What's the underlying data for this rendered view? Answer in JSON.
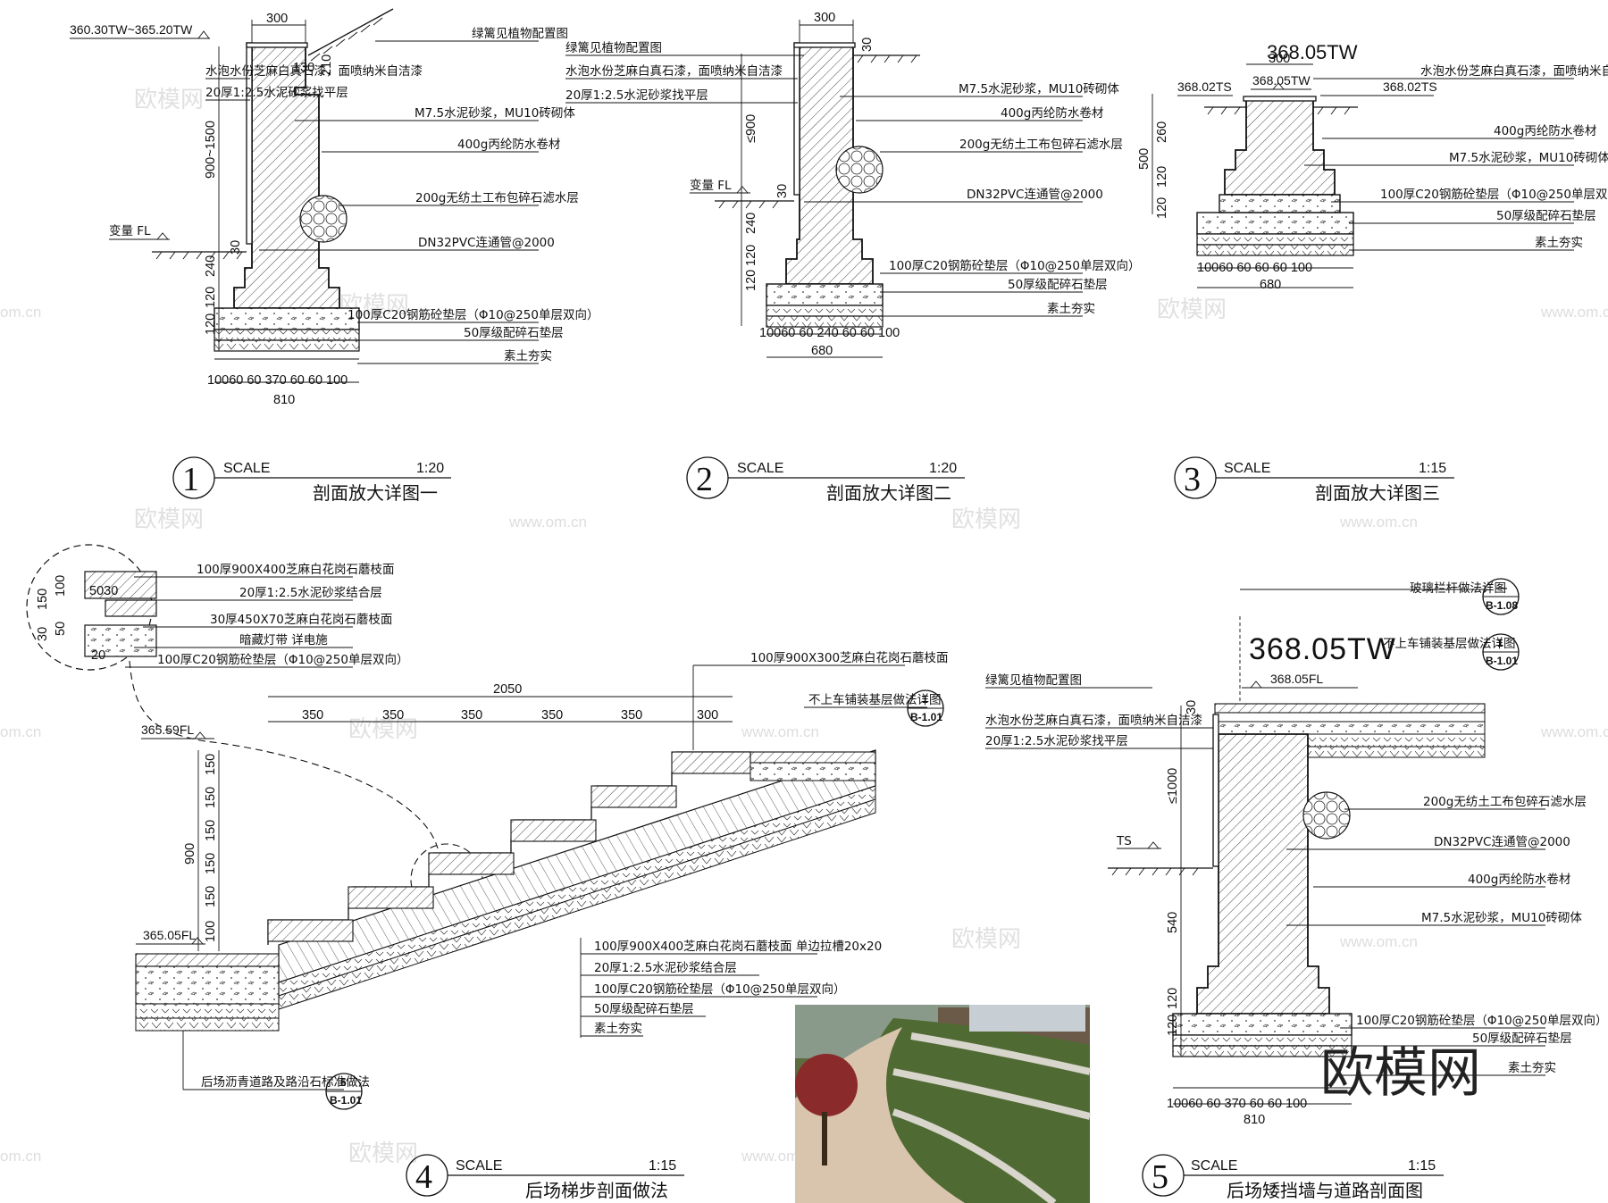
{
  "watermarks": {
    "cn": "欧模网",
    "url": "www.om.cn",
    "url_short": "om.cn",
    "big": "欧模网"
  },
  "detail1": {
    "elev_top": "360.30TW~365.20TW",
    "dim_top": "300",
    "dim_130": "130",
    "dim_210": "210",
    "dim_h": "900~1500",
    "dim_30": "30",
    "dim_240": "240",
    "dim_120a": "120",
    "dim_120b": "120",
    "dims_bottom": "10060 60   370   60 60 100",
    "dim_total": "810",
    "fl_label": "变量 FL",
    "notes": [
      "绿篱见植物配置图",
      "水泡水份芝麻白真石漆，面喷纳米自洁漆",
      "20厚1:2.5水泥砂浆找平层",
      "M7.5水泥砂浆，MU10砖砌体",
      "400g丙纶防水卷材",
      "200g无纺土工布包碎石滤水层",
      "DN32PVC连通管@2000",
      "100厚C20钢筋砼垫层（Φ10@250单层双向）",
      "50厚级配碎石垫层",
      "素土夯实"
    ],
    "title_num": "1",
    "scale_label": "SCALE",
    "scale": "1:20",
    "title": "剖面放大详图一"
  },
  "detail2": {
    "dim_top": "300",
    "dim_30": "30",
    "dim_h": "≤900",
    "dim_30b": "30",
    "dim_240": "240",
    "dim_120a": "120",
    "dim_120b": "120",
    "dims_bottom": "10060 60  240  60 60 100",
    "dim_total": "680",
    "fl_label": "变量  FL",
    "notes": [
      "绿篱见植物配置图",
      "水泡水份芝麻白真石漆，面喷纳米自洁漆",
      "20厚1:2.5水泥砂浆找平层",
      "M7.5水泥砂浆，MU10砖砌体",
      "400g丙纶防水卷材",
      "200g无纺土工布包碎石滤水层",
      "DN32PVC连通管@2000",
      "100厚C20钢筋砼垫层（Φ10@250单层双向）",
      "50厚级配碎石垫层",
      "素土夯实"
    ],
    "title_num": "2",
    "scale_label": "SCALE",
    "scale": "1:20",
    "title": "剖面放大详图二"
  },
  "detail3": {
    "elev_big": "368.05TW",
    "dim_top": "300",
    "elev_ts_left": "368.02TS",
    "elev_tw": "368.05TW",
    "elev_ts_right": "368.02TS",
    "dim_500": "500",
    "dim_260": "260",
    "dim_120a": "120",
    "dim_120b": "120",
    "dims_bottom": "10060 60   60 60 100",
    "dim_total": "680",
    "notes": [
      "水泡水份芝麻白真石漆，面喷纳米自洁漆",
      "400g丙纶防水卷材",
      "M7.5水泥砂浆，MU10砖砌体",
      "100厚C20钢筋砼垫层（Φ10@250单层双向）",
      "50厚级配碎石垫层",
      "素土夯实"
    ],
    "title_num": "3",
    "scale_label": "SCALE",
    "scale": "1:15",
    "title": "剖面放大详图三"
  },
  "detail4": {
    "inset_notes": [
      "100厚900X400芝麻白花岗石蘑枝面",
      "20厚1:2.5水泥砂浆结合层",
      "30厚450X70芝麻白花岗石蘑枝面",
      "暗藏灯带   详电施",
      "100厚C20钢筋砼垫层（Φ10@250单层双向）"
    ],
    "inset_dims": {
      "d150": "150",
      "d100": "100",
      "d5030": "5030",
      "d30": "30",
      "d50": "50",
      "d20": "20"
    },
    "top_note": "100厚900X300芝麻白花岗石蘑枝面",
    "dim_total": "2050",
    "tread_dims": [
      "350",
      "350",
      "350",
      "350",
      "350",
      "300"
    ],
    "elev_top": "365.59FL",
    "elev_bottom": "365.05FL",
    "rise_dims": [
      "150",
      "150",
      "150",
      "150",
      "150",
      "100"
    ],
    "dim_900": "900",
    "ref_top": "不上车铺装基层做法详图",
    "ref_top_num": "1",
    "ref_top_sheet": "B-1.01",
    "notes": [
      "100厚900X400芝麻白花岗石蘑枝面  单边拉槽20x20",
      "20厚1:2.5水泥砂浆结合层",
      "100厚C20钢筋砼垫层（Φ10@250单层双向）",
      "50厚级配碎石垫层",
      "素土夯实"
    ],
    "ref_bottom": "后场沥青道路及路沿石标准做法",
    "ref_bottom_num": "5",
    "ref_bottom_sheet": "B-1.01",
    "title_num": "4",
    "scale_label": "SCALE",
    "scale": "1:15",
    "title": "后场梯步剖面做法"
  },
  "detail5": {
    "ref_rail": "玻璃栏杆做法详图",
    "ref_rail_num": "—",
    "ref_rail_sheet": "B-1.08",
    "elev_big": "368.05TW",
    "ref_pave": "不上车铺装基层做法详图",
    "ref_pave_num": "1",
    "ref_pave_sheet": "B-1.01",
    "elev_fl": "368.05FL",
    "dim_30": "30",
    "dim_1000": "≤1000",
    "ts_label": "TS",
    "dim_540": "540",
    "dim_120a": "120",
    "dim_120b": "120",
    "dims_bottom": "10060 60   370   60 60 100",
    "dim_total": "810",
    "notes_left": [
      "绿篱见植物配置图",
      "水泡水份芝麻白真石漆，面喷纳米自洁漆",
      "20厚1:2.5水泥砂浆找平层"
    ],
    "notes_right": [
      "200g无纺土工布包碎石滤水层",
      "DN32PVC连通管@2000",
      "400g丙纶防水卷材",
      "M7.5水泥砂浆，MU10砖砌体",
      "100厚C20钢筋砼垫层（Φ10@250单层双向）",
      "50厚级配碎石垫层",
      "素土夯实"
    ],
    "title_num": "5",
    "scale_label": "SCALE",
    "scale": "1:15",
    "title": "后场矮挡墙与道路剖面图"
  }
}
